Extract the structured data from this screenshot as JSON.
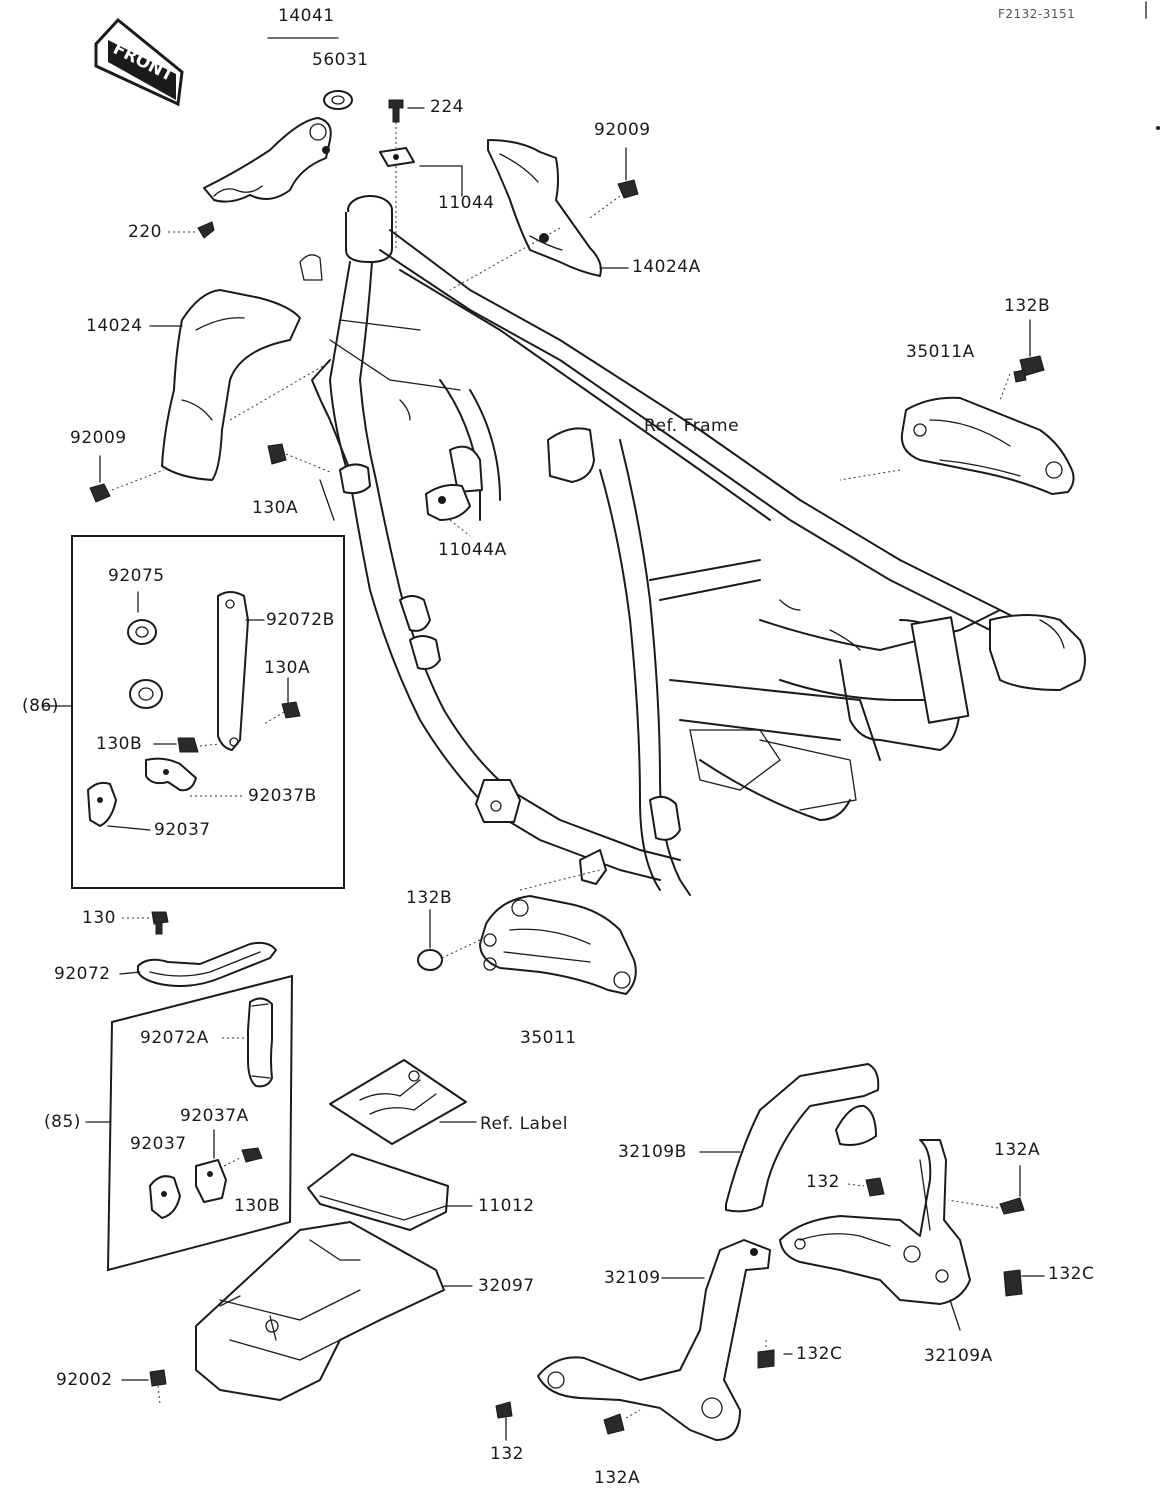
{
  "diagram_code": "F2132-3151",
  "front_badge": "FRONT",
  "labels": {
    "p14041": "14041",
    "p56031": "56031",
    "p224": "224",
    "p92009_top": "92009",
    "p11044": "11044",
    "p220": "220",
    "p14024A": "14024A",
    "p14024": "14024",
    "p132B_right": "132B",
    "p35011A": "35011A",
    "ref_frame": "Ref. Frame",
    "p92009_left": "92009",
    "p130A_mid": "130A",
    "p11044A": "11044A",
    "p92075": "92075",
    "p92072B": "92072B",
    "p130A_box": "130A",
    "g86": "(86)",
    "p130B_box": "130B",
    "p92037B": "92037B",
    "p92037_box": "92037",
    "p130": "130",
    "p132B_mid": "132B",
    "p92072": "92072",
    "p35011": "35011",
    "p92072A": "92072A",
    "ref_label": "Ref. Label",
    "p32109B": "32109B",
    "g85": "(85)",
    "p92037A": "92037A",
    "p92037_low": "92037",
    "p132": "132",
    "p132A_right": "132A",
    "p130B_low": "130B",
    "p11012": "11012",
    "p132C_right": "132C",
    "p32109": "32109",
    "p32097": "32097",
    "p132C_mid": "132C",
    "p32109A": "32109A",
    "p92002": "92002",
    "p132_bottom": "132",
    "p132A_bottom": "132A"
  }
}
